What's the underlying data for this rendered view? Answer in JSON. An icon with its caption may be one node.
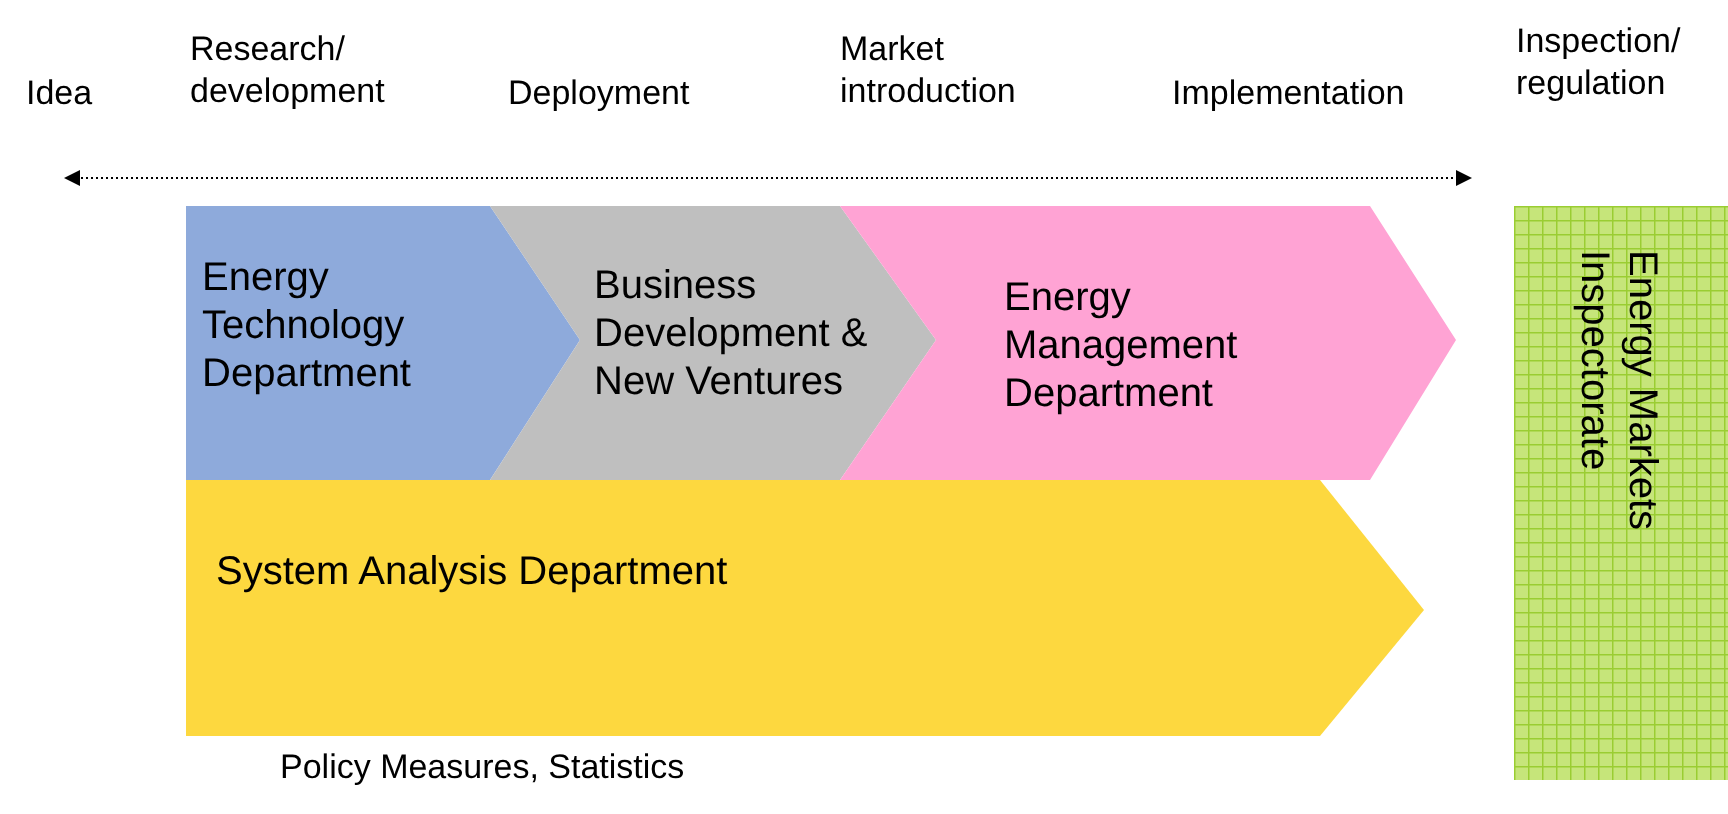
{
  "diagram": {
    "nodes": [
      {
        "text": [
          "Energy Technology Department"
        ]
      },
      {
        "text": [
          "Business Development & New Ventures"
        ]
      },
      {
        "text": [
          "Energy Management Department"
        ]
      },
      {
        "text": [
          "System Analysis Department"
        ],
        "beside": [
          "Policy Measures, Statistics"
        ]
      },
      {
        "text": [
          "Energy Markets Inspectorate"
        ]
      }
    ],
    "labels": [
      "Idea",
      "Research/ development",
      "Deployment",
      "Market introduction",
      "Implementation",
      "Inspection/ regulation"
    ]
  }
}
